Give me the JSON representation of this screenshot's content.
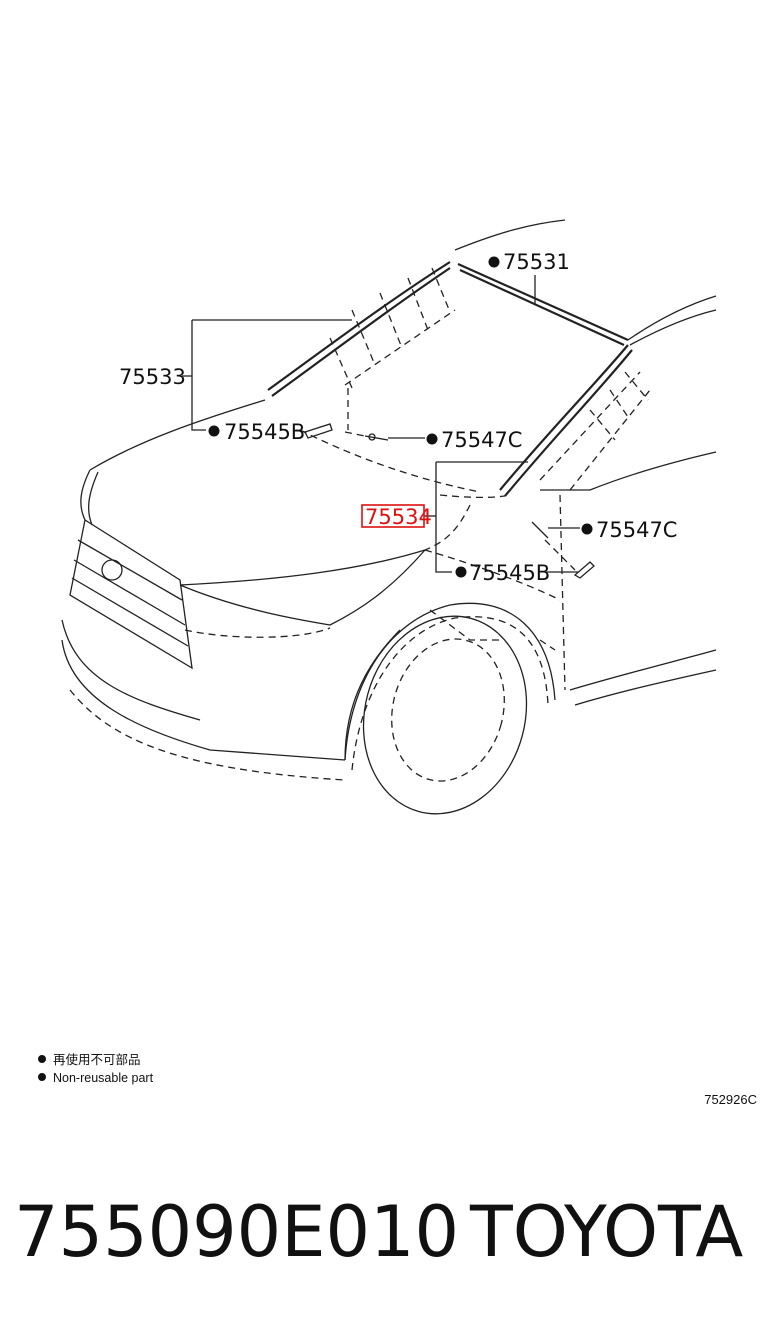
{
  "labels": {
    "p75531": "75531",
    "p75533": "75533",
    "p75545b_top": "75545B",
    "p75547c_top": "75547C",
    "p75534": "75534",
    "p75547c_right": "75547C",
    "p75545b_bottom": "75545B"
  },
  "legend": {
    "line_cn": "再使用不可部品",
    "line_en": "Non-reusable part"
  },
  "diagram_code": "752926C",
  "footer": {
    "part_number": "755090E010",
    "brand": "TOYOTA"
  },
  "colors": {
    "highlight": "#dd1111",
    "ink": "#111111"
  }
}
